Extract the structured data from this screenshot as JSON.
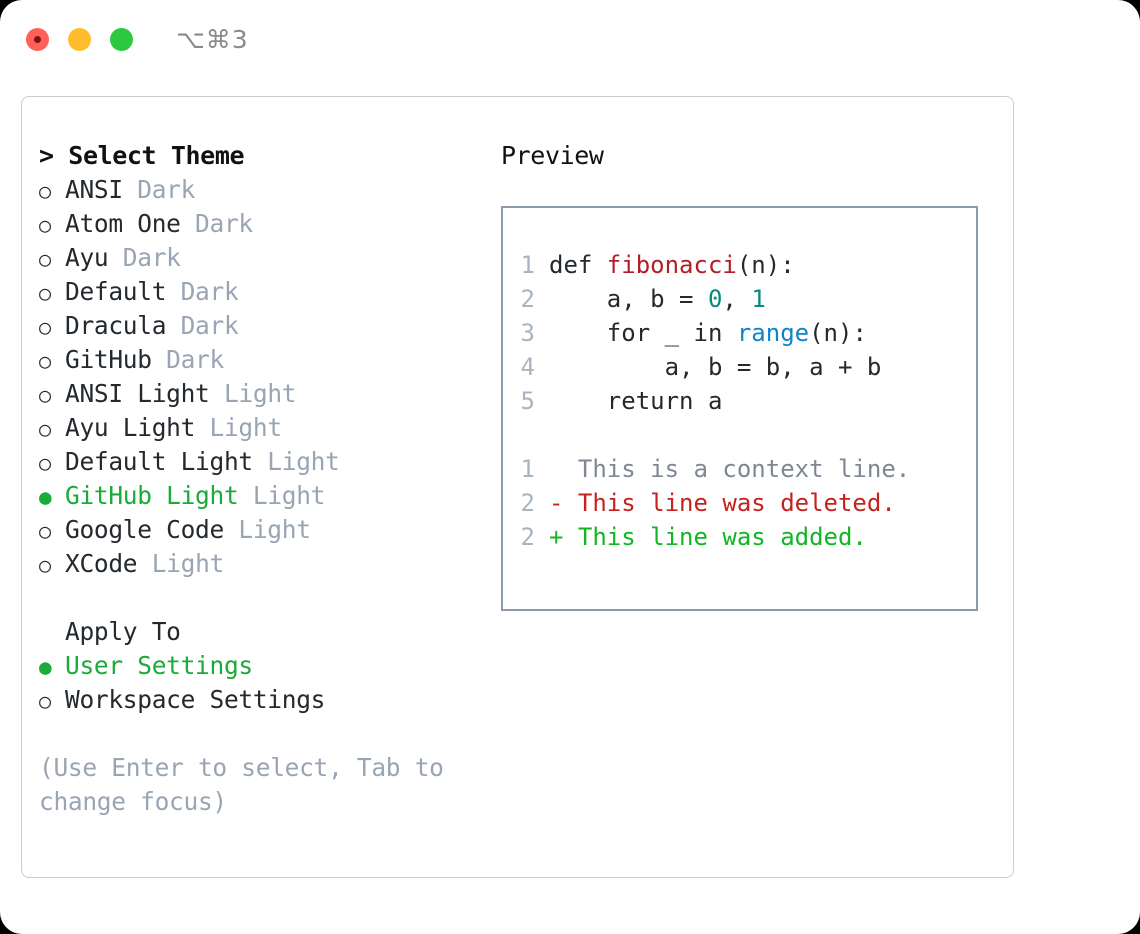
{
  "titlebar": {
    "shortcut": "⌥⌘3",
    "lights": [
      "close",
      "minimize",
      "zoom"
    ]
  },
  "theme_list": {
    "header": "> Select Theme",
    "items": [
      {
        "marker": "○",
        "name": "ANSI",
        "suffix": "Dark",
        "selected": false
      },
      {
        "marker": "○",
        "name": "Atom One",
        "suffix": "Dark",
        "selected": false
      },
      {
        "marker": "○",
        "name": "Ayu",
        "suffix": "Dark",
        "selected": false
      },
      {
        "marker": "○",
        "name": "Default",
        "suffix": "Dark",
        "selected": false
      },
      {
        "marker": "○",
        "name": "Dracula",
        "suffix": "Dark",
        "selected": false
      },
      {
        "marker": "○",
        "name": "GitHub",
        "suffix": "Dark",
        "selected": false
      },
      {
        "marker": "○",
        "name": "ANSI Light",
        "suffix": "Light",
        "selected": false
      },
      {
        "marker": "○",
        "name": "Ayu Light",
        "suffix": "Light",
        "selected": false
      },
      {
        "marker": "○",
        "name": "Default Light",
        "suffix": "Light",
        "selected": false
      },
      {
        "marker": "●",
        "name": "GitHub Light",
        "suffix": "Light",
        "selected": true
      },
      {
        "marker": "○",
        "name": "Google Code",
        "suffix": "Light",
        "selected": false
      },
      {
        "marker": "○",
        "name": "XCode",
        "suffix": "Light",
        "selected": false
      }
    ]
  },
  "apply_to": {
    "header": "Apply To",
    "items": [
      {
        "marker": "●",
        "name": "User Settings",
        "selected": true
      },
      {
        "marker": "○",
        "name": "Workspace Settings",
        "selected": false
      }
    ]
  },
  "help_text": "(Use Enter to select, Tab to change focus)",
  "preview": {
    "header": "Preview",
    "code_lines": [
      {
        "num": "1",
        "segments": [
          {
            "t": "def ",
            "c": "plain"
          },
          {
            "t": "fibonacci",
            "c": "fn"
          },
          {
            "t": "(n):",
            "c": "plain"
          }
        ]
      },
      {
        "num": "2",
        "segments": [
          {
            "t": "    a, b = ",
            "c": "plain"
          },
          {
            "t": "0",
            "c": "num"
          },
          {
            "t": ", ",
            "c": "plain"
          },
          {
            "t": "1",
            "c": "num"
          }
        ]
      },
      {
        "num": "3",
        "segments": [
          {
            "t": "    for _ in ",
            "c": "plain"
          },
          {
            "t": "range",
            "c": "bi"
          },
          {
            "t": "(n):",
            "c": "plain"
          }
        ]
      },
      {
        "num": "4",
        "segments": [
          {
            "t": "        a, b = b, a + b",
            "c": "plain"
          }
        ]
      },
      {
        "num": "5",
        "segments": [
          {
            "t": "    return a",
            "c": "plain"
          }
        ]
      }
    ],
    "diff_lines": [
      {
        "num": "1",
        "text": "  This is a context line.",
        "kind": "d-ctx"
      },
      {
        "num": "2",
        "text": "- This line was deleted.",
        "kind": "d-del"
      },
      {
        "num": "2",
        "text": "+ This line was added.",
        "kind": "d-add"
      }
    ]
  },
  "colors": {
    "accent_green": "#1aab38",
    "muted": "#9aa5b4",
    "fn_red": "#b31d28",
    "num_teal": "#0a8a7e",
    "builtin_blue": "#1184c8",
    "diff_deleted": "#c5221f",
    "diff_added": "#12b522"
  }
}
